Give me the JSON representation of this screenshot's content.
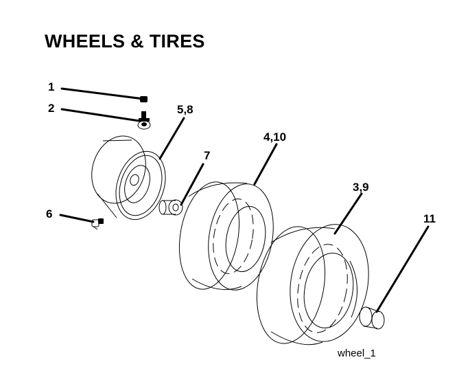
{
  "title": "WHEELS & TIRES",
  "callouts": [
    "1",
    "2",
    "5,8",
    "7",
    "4,10",
    "3,9",
    "6",
    "11"
  ],
  "figure_id": "wheel_1"
}
